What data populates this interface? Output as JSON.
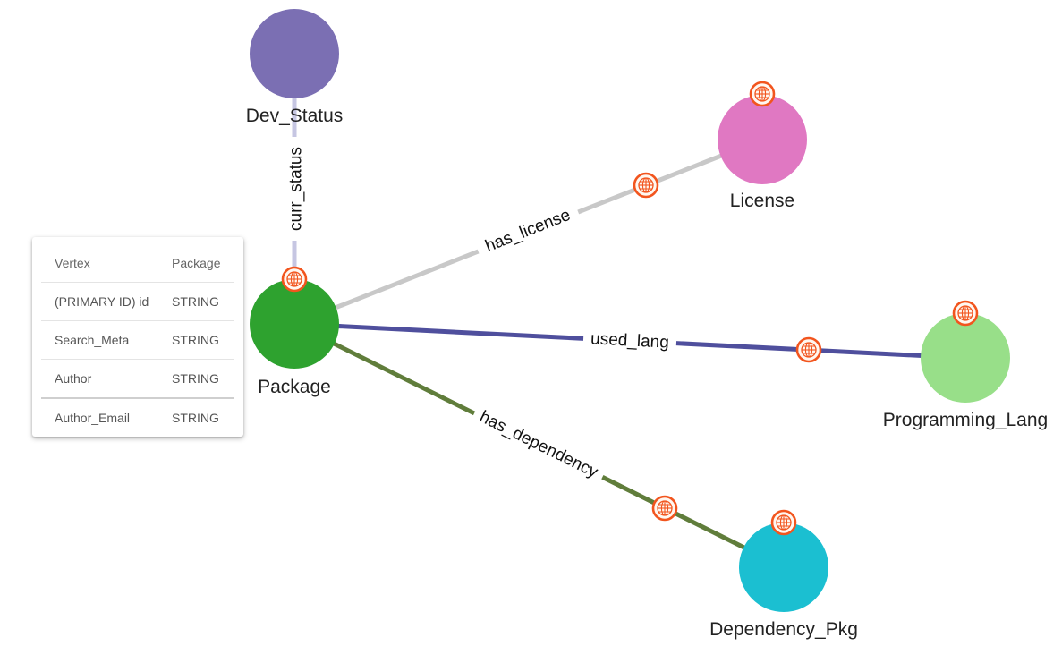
{
  "graph": {
    "nodes": [
      {
        "id": "dev_status",
        "label": "Dev_Status",
        "color": "#7b6fb3",
        "has_globe": false
      },
      {
        "id": "license",
        "label": "License",
        "color": "#e078c2",
        "has_globe": true
      },
      {
        "id": "package",
        "label": "Package",
        "color": "#2ea22f",
        "has_globe": true
      },
      {
        "id": "programming_lang",
        "label": "Programming_Lang",
        "color": "#98df89",
        "has_globe": true
      },
      {
        "id": "dependency_pkg",
        "label": "Dependency_Pkg",
        "color": "#1bbfd1",
        "has_globe": true
      }
    ],
    "edges": [
      {
        "id": "curr_status",
        "label": "curr_status",
        "source": "package",
        "target": "dev_status",
        "color": "#c6c6e2",
        "has_globe": false
      },
      {
        "id": "has_license",
        "label": "has_license",
        "source": "package",
        "target": "license",
        "color": "#c8c8c8",
        "has_globe": true
      },
      {
        "id": "used_lang",
        "label": "used_lang",
        "source": "package",
        "target": "programming_lang",
        "color": "#4f4f9d",
        "has_globe": true
      },
      {
        "id": "has_dependency",
        "label": "has_dependency",
        "source": "package",
        "target": "dependency_pkg",
        "color": "#607d3b",
        "has_globe": true
      }
    ],
    "globe_color": "#f2551e"
  },
  "attribute_panel": {
    "headers": [
      "Vertex",
      "Package"
    ],
    "rows": [
      [
        "(PRIMARY ID) id",
        "STRING"
      ],
      [
        "Search_Meta",
        "STRING"
      ],
      [
        "Author",
        "STRING"
      ],
      [
        "Author_Email",
        "STRING"
      ]
    ]
  }
}
